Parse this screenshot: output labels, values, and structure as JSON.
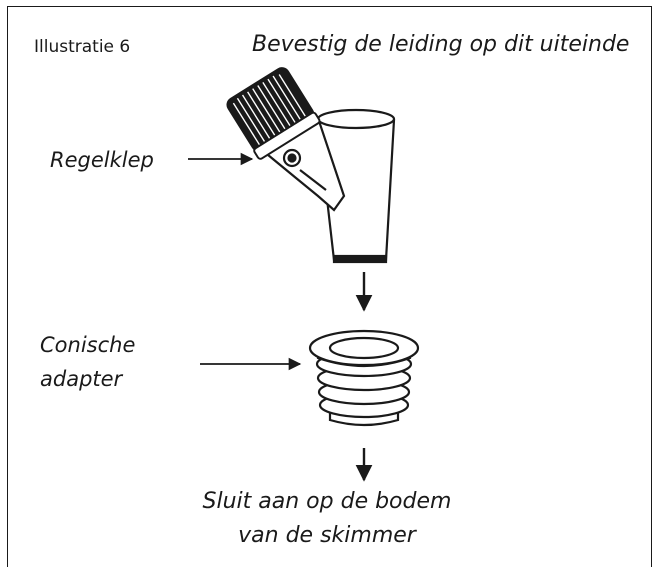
{
  "illustration_label": "Illustratie 6",
  "top_note": "Bevestig de leiding op dit uiteinde",
  "valve_label": "Regelklep",
  "adapter_label": [
    "Conische",
    "adapter"
  ],
  "bottom_note": [
    "Sluit aan op de bodem",
    "van de skimmer"
  ],
  "colors": {
    "line": "#1a1a1a",
    "fill": "#ffffff"
  }
}
